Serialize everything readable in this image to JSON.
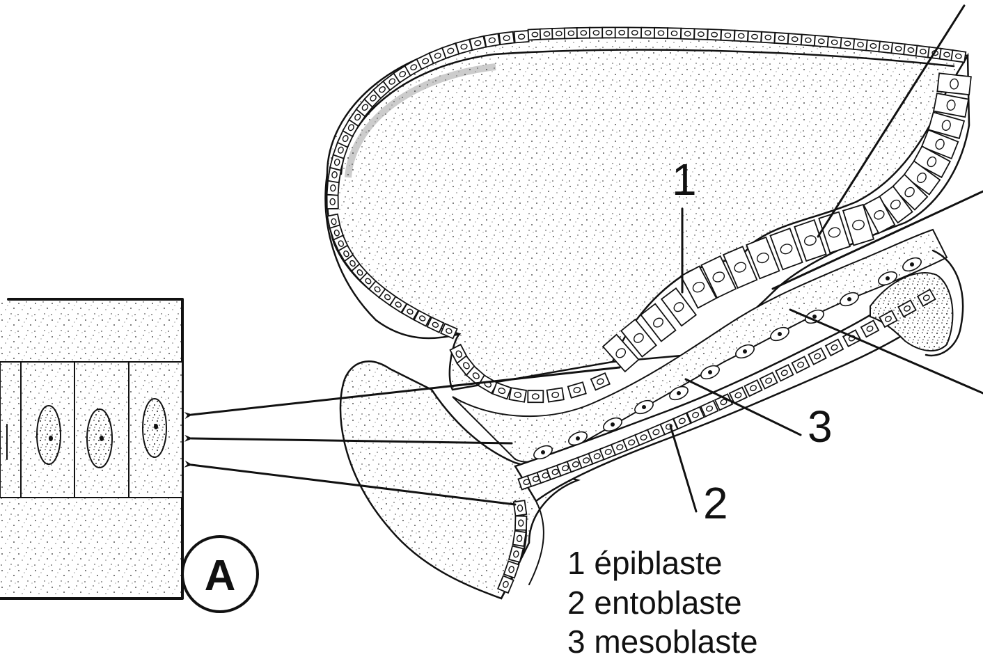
{
  "diagram": {
    "labels": {
      "epiblast_number": "1",
      "entoblast_number": "2",
      "mesoblast_number": "3"
    },
    "legend": {
      "item1": "1 épiblaste",
      "item2": "2 entoblaste",
      "item3": "3 mesoblaste"
    },
    "inset": {
      "letter": "A"
    }
  }
}
